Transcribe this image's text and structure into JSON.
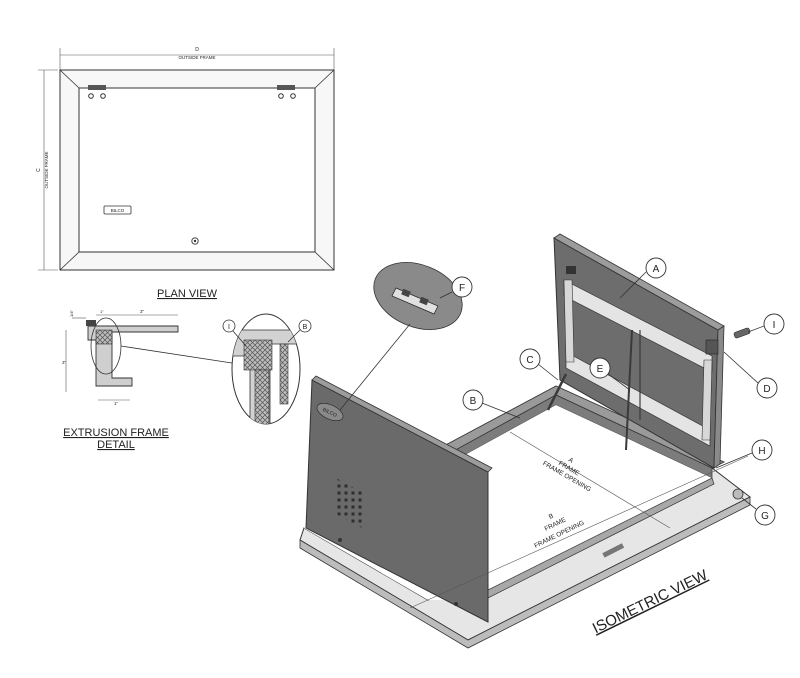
{
  "plan_view": {
    "title": "PLAN VIEW",
    "dim_d_letter": "D",
    "dim_d_text": "OUTSIDE FRAME",
    "dim_c_letter": "C",
    "dim_c_text": "OUTSIDE FRAME",
    "handle_text": "BILCO"
  },
  "extrusion_detail": {
    "title_line1": "EXTRUSION FRAME",
    "title_line2": "DETAIL",
    "dim_top": "3\"",
    "dim_side": "3\"",
    "dim_bottom": "1\"",
    "dim_small_a": "1\"",
    "dim_small_b": "1/4\""
  },
  "isometric": {
    "title": "ISOMETRIC VIEW",
    "dim_a_letter": "A",
    "dim_a_line1": "FRAME",
    "dim_a_line2": "FRAME OPENING",
    "dim_b_letter": "B",
    "dim_b_line1": "FRAME",
    "dim_b_line2": "FRAME OPENING",
    "door_logo": "BILCO"
  },
  "callouts": [
    "A",
    "B",
    "C",
    "D",
    "E",
    "F",
    "G",
    "H",
    "I"
  ],
  "colors": {
    "line": "#333333",
    "panel_fill": "#6d6d6d",
    "panel_dark": "#4e4e4e",
    "frame_fill": "#d9d9d9",
    "hatch": "#4a4a4a"
  }
}
